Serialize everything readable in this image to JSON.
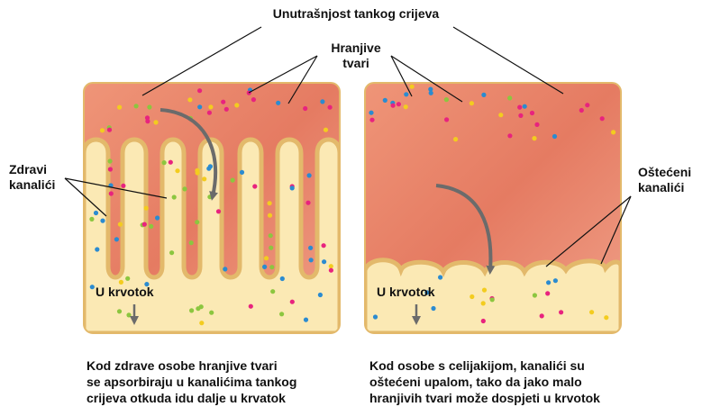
{
  "labels": {
    "top_title": "Unutrašnjost tankog crijeva",
    "nutrients_line1": "Hranjive",
    "nutrients_line2": "tvari",
    "healthy_line1": "Zdravi",
    "healthy_line2": "kanalići",
    "damaged_line1": "Oštećeni",
    "damaged_line2": "kanalići",
    "bloodstream_left": "U krvotok",
    "bloodstream_right": "U krvotok"
  },
  "captions": {
    "left": "Kod zdrave osobe hranjive tvari\nse apsorbiraju u kanalićima tankog\ncrijeva otkuda idu dalje u krvatok",
    "right": "Kod osobe s celijakijom, kanalići su\noštećeni upalom, tako da jako malo\nhranjivih tvari može dospjeti u krvotok"
  },
  "colors": {
    "lumen": "#e8826a",
    "lumen_light": "#f4a890",
    "tissue": "#fbe9b4",
    "tissue_edge": "#e3b96b",
    "arrow": "#6b6b6b",
    "dot_pink": "#e8237e",
    "dot_blue": "#2b8bd0",
    "dot_green": "#8cc63f",
    "dot_yellow": "#f3cc1f"
  }
}
